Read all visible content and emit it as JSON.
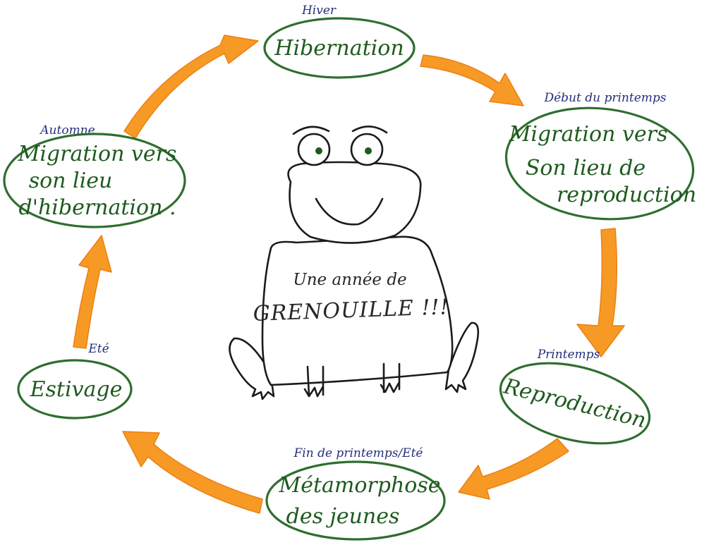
{
  "diagram": {
    "center": {
      "line1": "Une année de",
      "line2": "GRENOUILLE !!!"
    },
    "stages": [
      {
        "season": "Hiver",
        "lines": [
          "Hibernation"
        ]
      },
      {
        "season": "Début du printemps",
        "lines": [
          "Migration vers",
          "Son lieu de",
          "reproduction"
        ]
      },
      {
        "season": "Printemps",
        "lines": [
          "Reproduction"
        ]
      },
      {
        "season": "Fin de printemps/Eté",
        "lines": [
          "Métamorphose",
          "des jeunes"
        ]
      },
      {
        "season": "Eté",
        "lines": [
          "Estivage"
        ]
      },
      {
        "season": "Automne",
        "lines": [
          "Migration vers",
          "son lieu",
          "d'hibernation ."
        ]
      }
    ],
    "colors": {
      "ellipse_stroke": "#2f6e2f",
      "stage_text": "#1e5a1e",
      "season_text": "#27307a",
      "arrow_fill": "#f79a25",
      "frog_line": "#1b1b1b"
    }
  }
}
